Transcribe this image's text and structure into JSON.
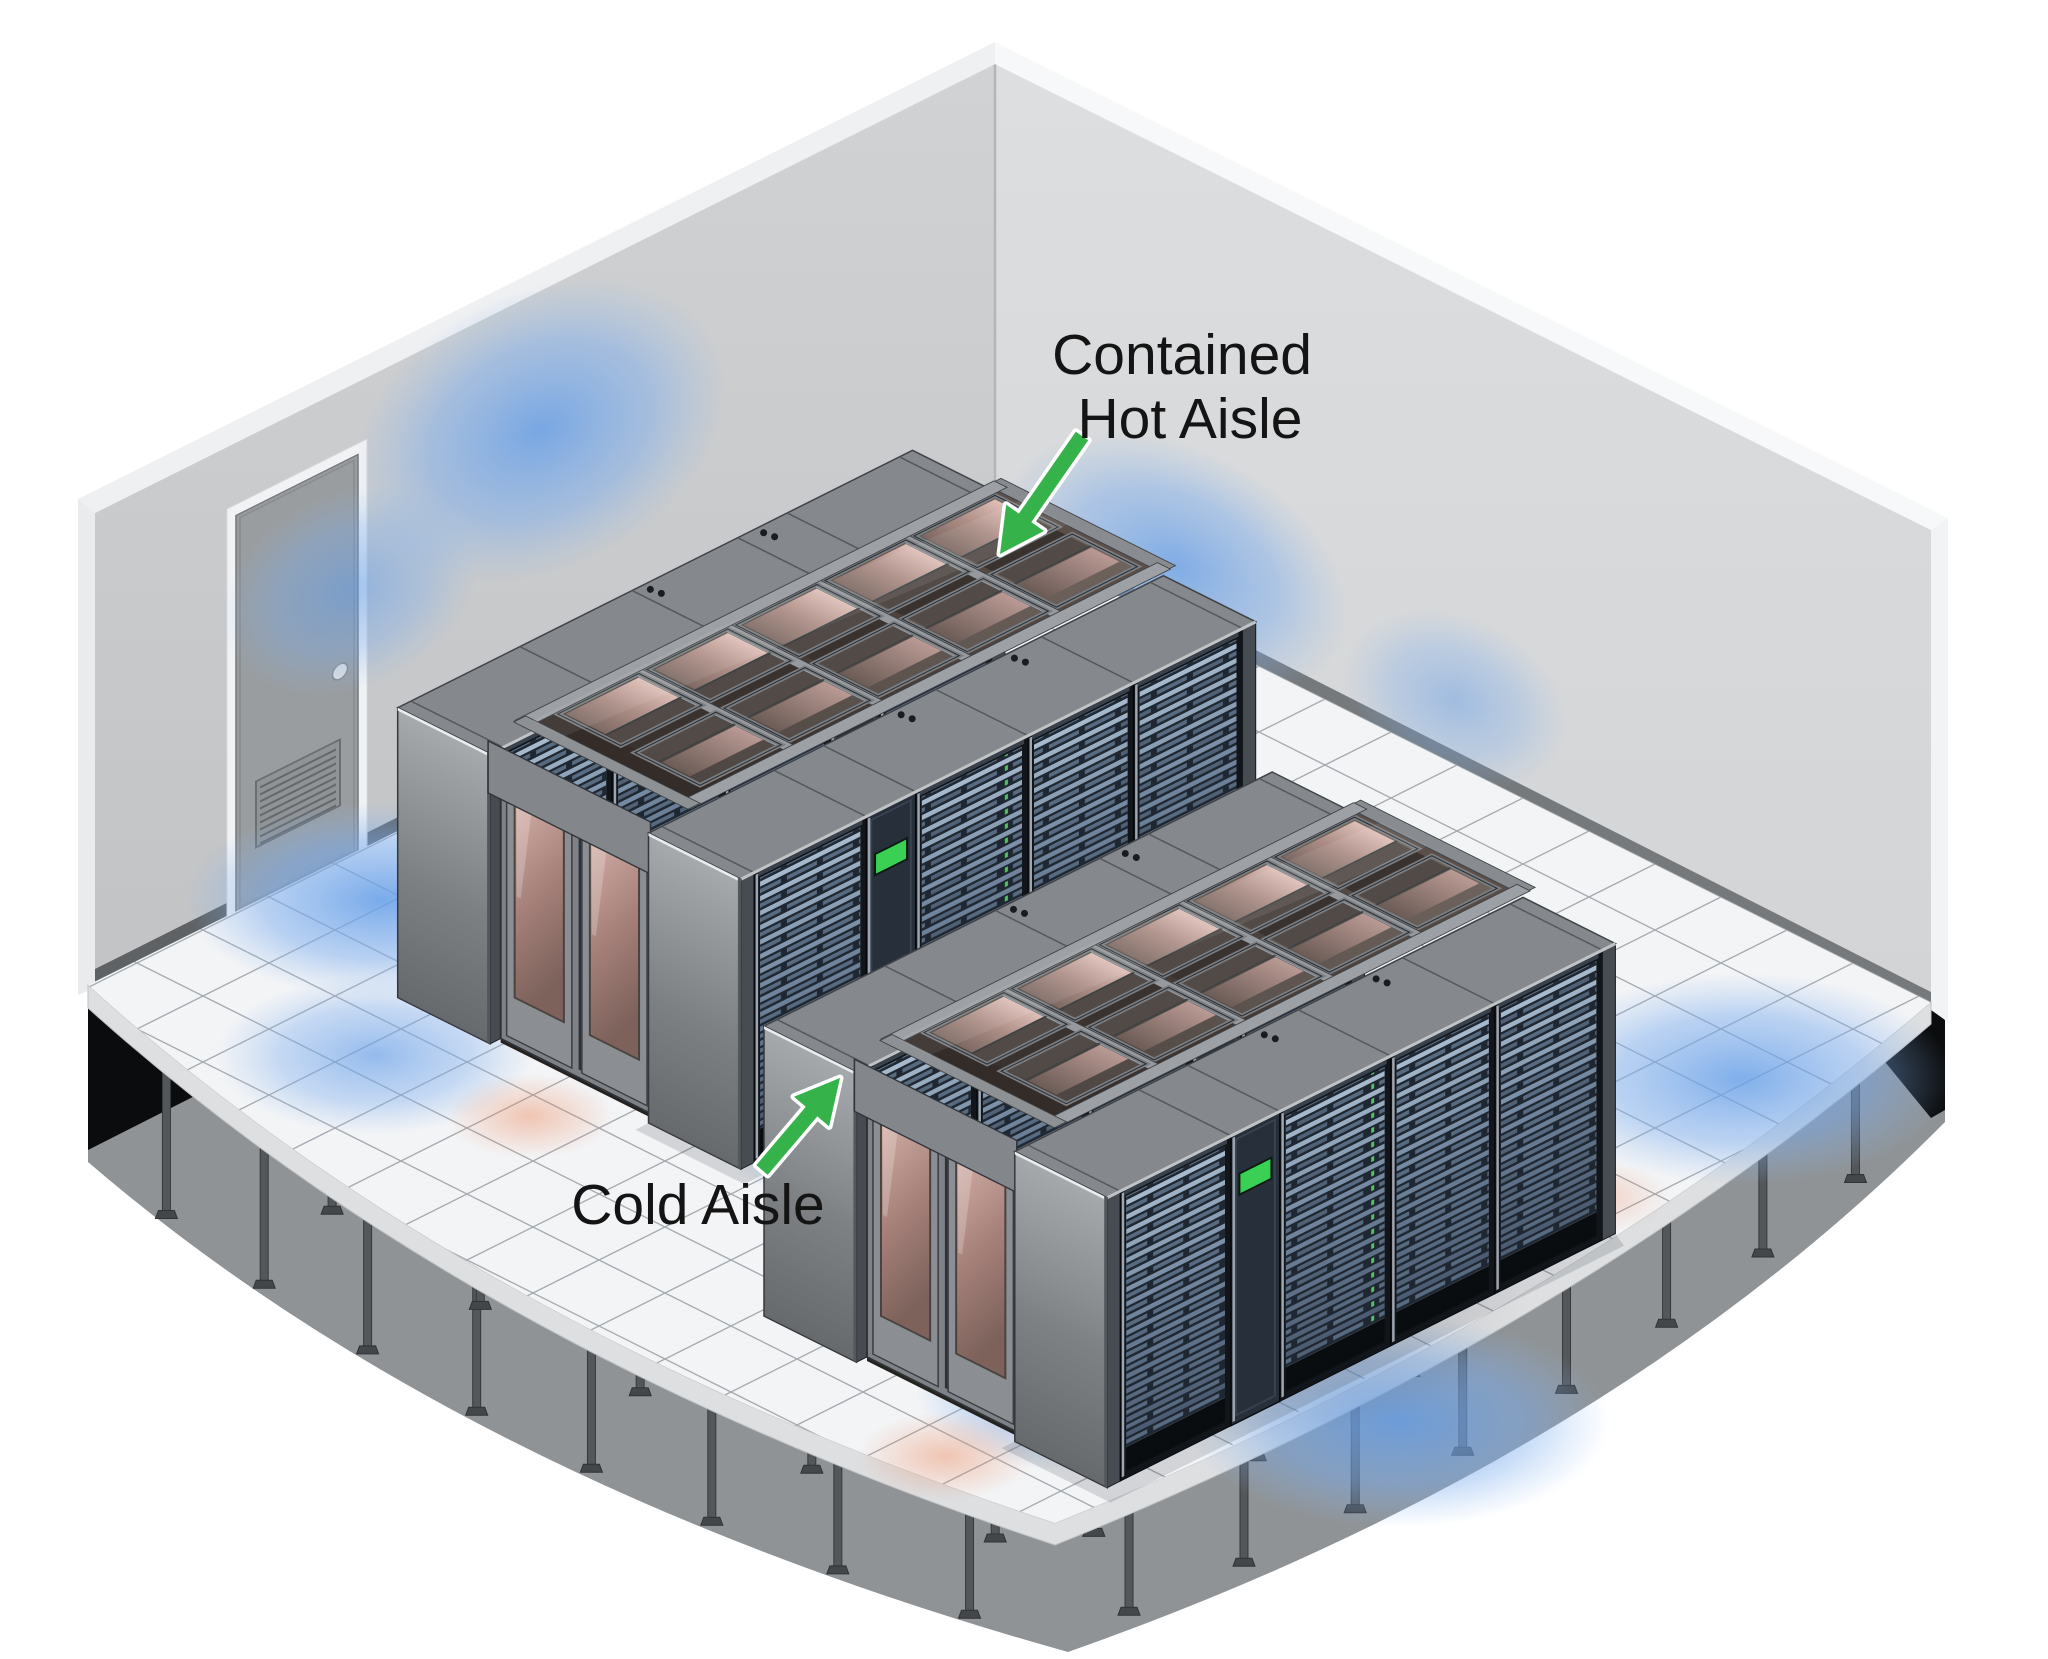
{
  "title": "Data center room with contained hot aisles and cold aisles",
  "labels": {
    "hot_aisle_line1": "Contained",
    "hot_aisle_line2": "Hot Aisle",
    "cold_aisle": "Cold Aisle"
  },
  "palette": {
    "arrow_green": "#35b24a",
    "arrow_outline": "#ffffff",
    "cold_air_blue": "#5f9de6",
    "hot_air_pink": "#c89a90",
    "led_green": "#3ad054",
    "wall_gray_left": "#c6c8ca",
    "wall_gray_right": "#d6d8da",
    "floor_white": "#f3f4f6",
    "floor_grid": "#a6abb0",
    "underfloor_gray": "#8f9396",
    "rack_cabinet_gray": "#85898d",
    "server_face_blue": "#72879f",
    "server_slot_dark": "#1e2732"
  },
  "scene": {
    "rack_pods_visible": 2,
    "rack_rows_per_pod": 2,
    "racks_per_visible_row": 5,
    "led_display_racks_per_row": 1,
    "hot_aisle_roof_window_bays_per_pod": 5,
    "hot_aisle_end_doors_per_pod": 2,
    "room_doors": 1,
    "floor_pedestal_rows": 2
  }
}
